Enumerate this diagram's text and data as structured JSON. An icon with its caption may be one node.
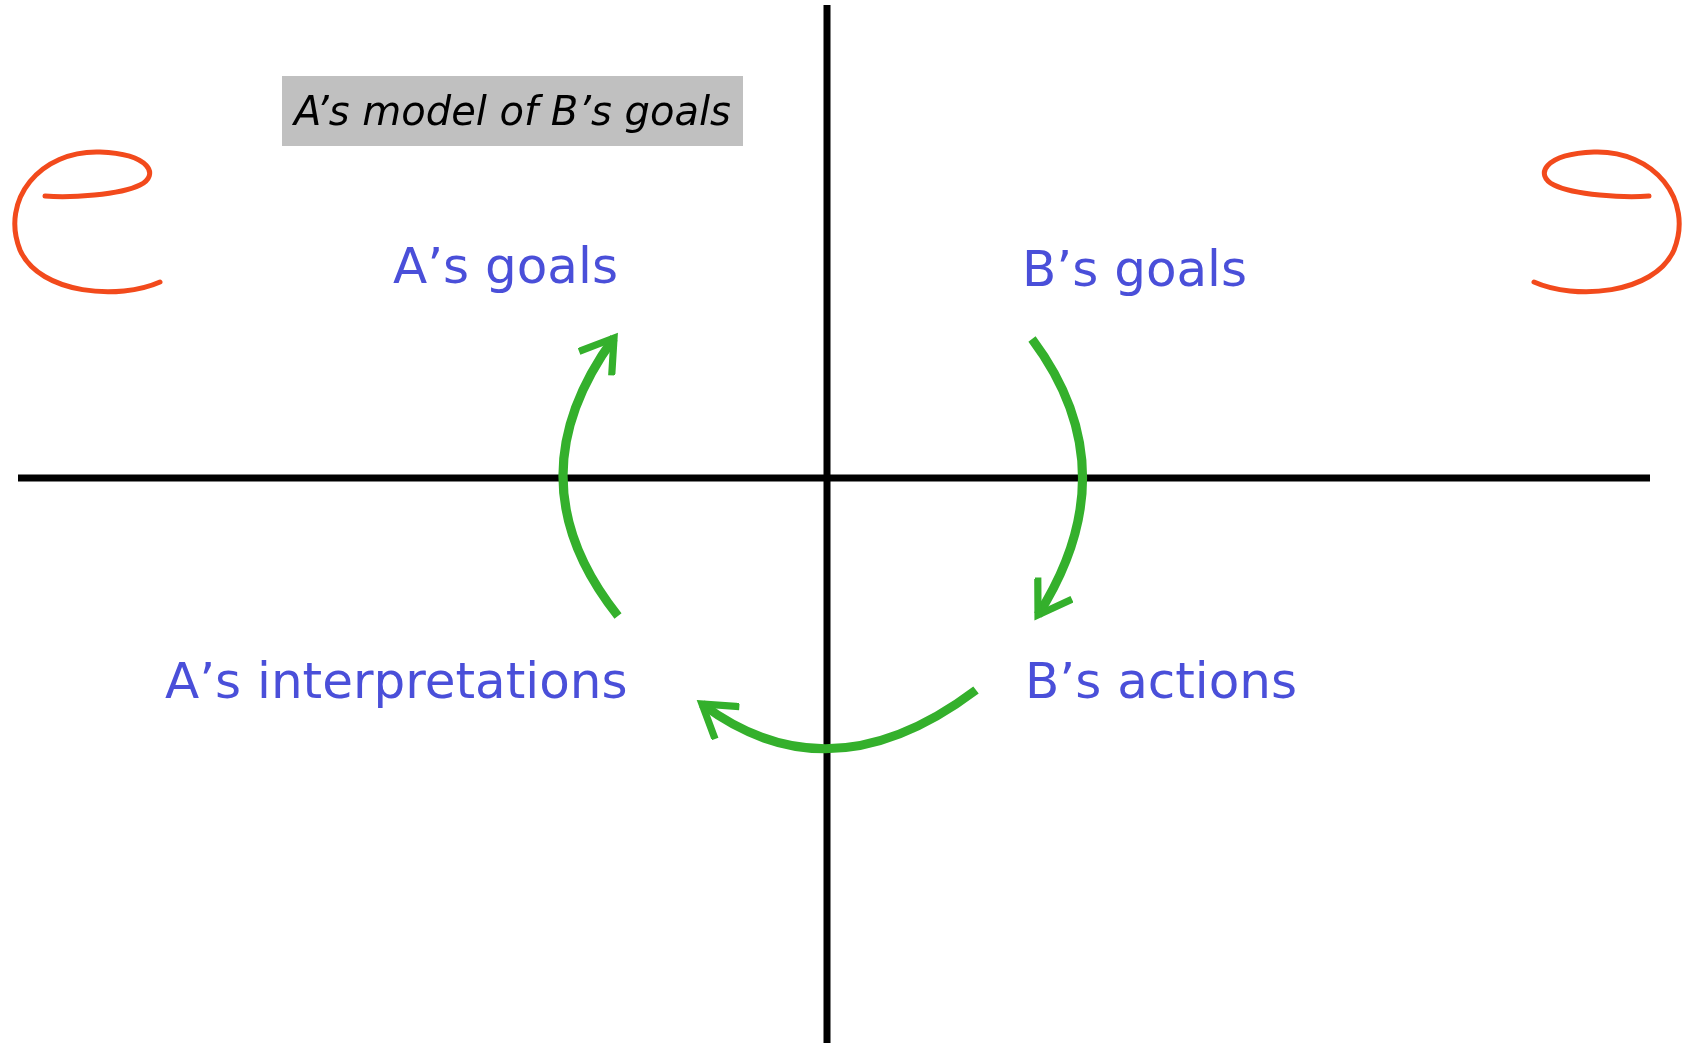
{
  "diagram": {
    "nodes": [
      {
        "text": [
          "A’s model of B’s goals"
        ]
      },
      {
        "text": [
          "A’s goals"
        ]
      },
      {
        "text": [
          "B’s goals"
        ]
      },
      {
        "text": [
          "A’s interpretations"
        ]
      },
      {
        "text": [
          "B’s actions"
        ]
      }
    ],
    "edges": [
      {
        "from": 2,
        "to": 4,
        "arrow": "to"
      },
      {
        "from": 4,
        "to": 3,
        "arrow": "to"
      },
      {
        "from": 3,
        "to": 1,
        "arrow": "to"
      }
    ]
  }
}
